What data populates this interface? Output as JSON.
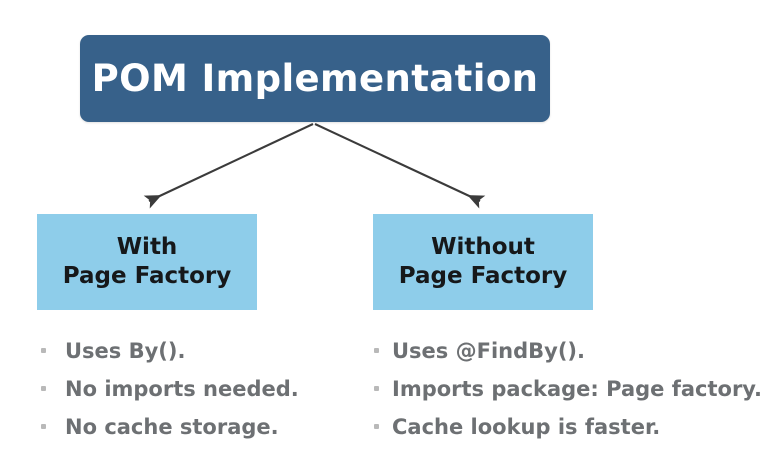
{
  "diagram": {
    "background_color": "#ffffff",
    "title_box": {
      "label": "POM Implementation",
      "fill_color": "#37618a",
      "text_color": "#ffffff"
    },
    "connectors": [
      {
        "name": "arrow-to-with-page-factory",
        "direction": "down-left"
      },
      {
        "name": "arrow-to-without-page-factory",
        "direction": "down-right"
      }
    ],
    "branches": [
      {
        "id": "with-page-factory",
        "heading_line1": "With",
        "heading_line2": "Page Factory",
        "fill_color": "#8ecdea",
        "text_color": "#16181a",
        "bullets": [
          "Uses By().",
          "No imports needed.",
          "No cache storage."
        ]
      },
      {
        "id": "without-page-factory",
        "heading_line1": "Without",
        "heading_line2": "Page Factory",
        "fill_color": "#8ecdea",
        "text_color": "#16181a",
        "bullets": [
          "Uses @FindBy().",
          "Imports package: Page factory.",
          "Cache lookup is faster."
        ]
      }
    ],
    "bullet_text_color": "#6d7073",
    "bullet_marker_color": "#b9b9b9",
    "arrow_color": "#3b3b3b"
  }
}
